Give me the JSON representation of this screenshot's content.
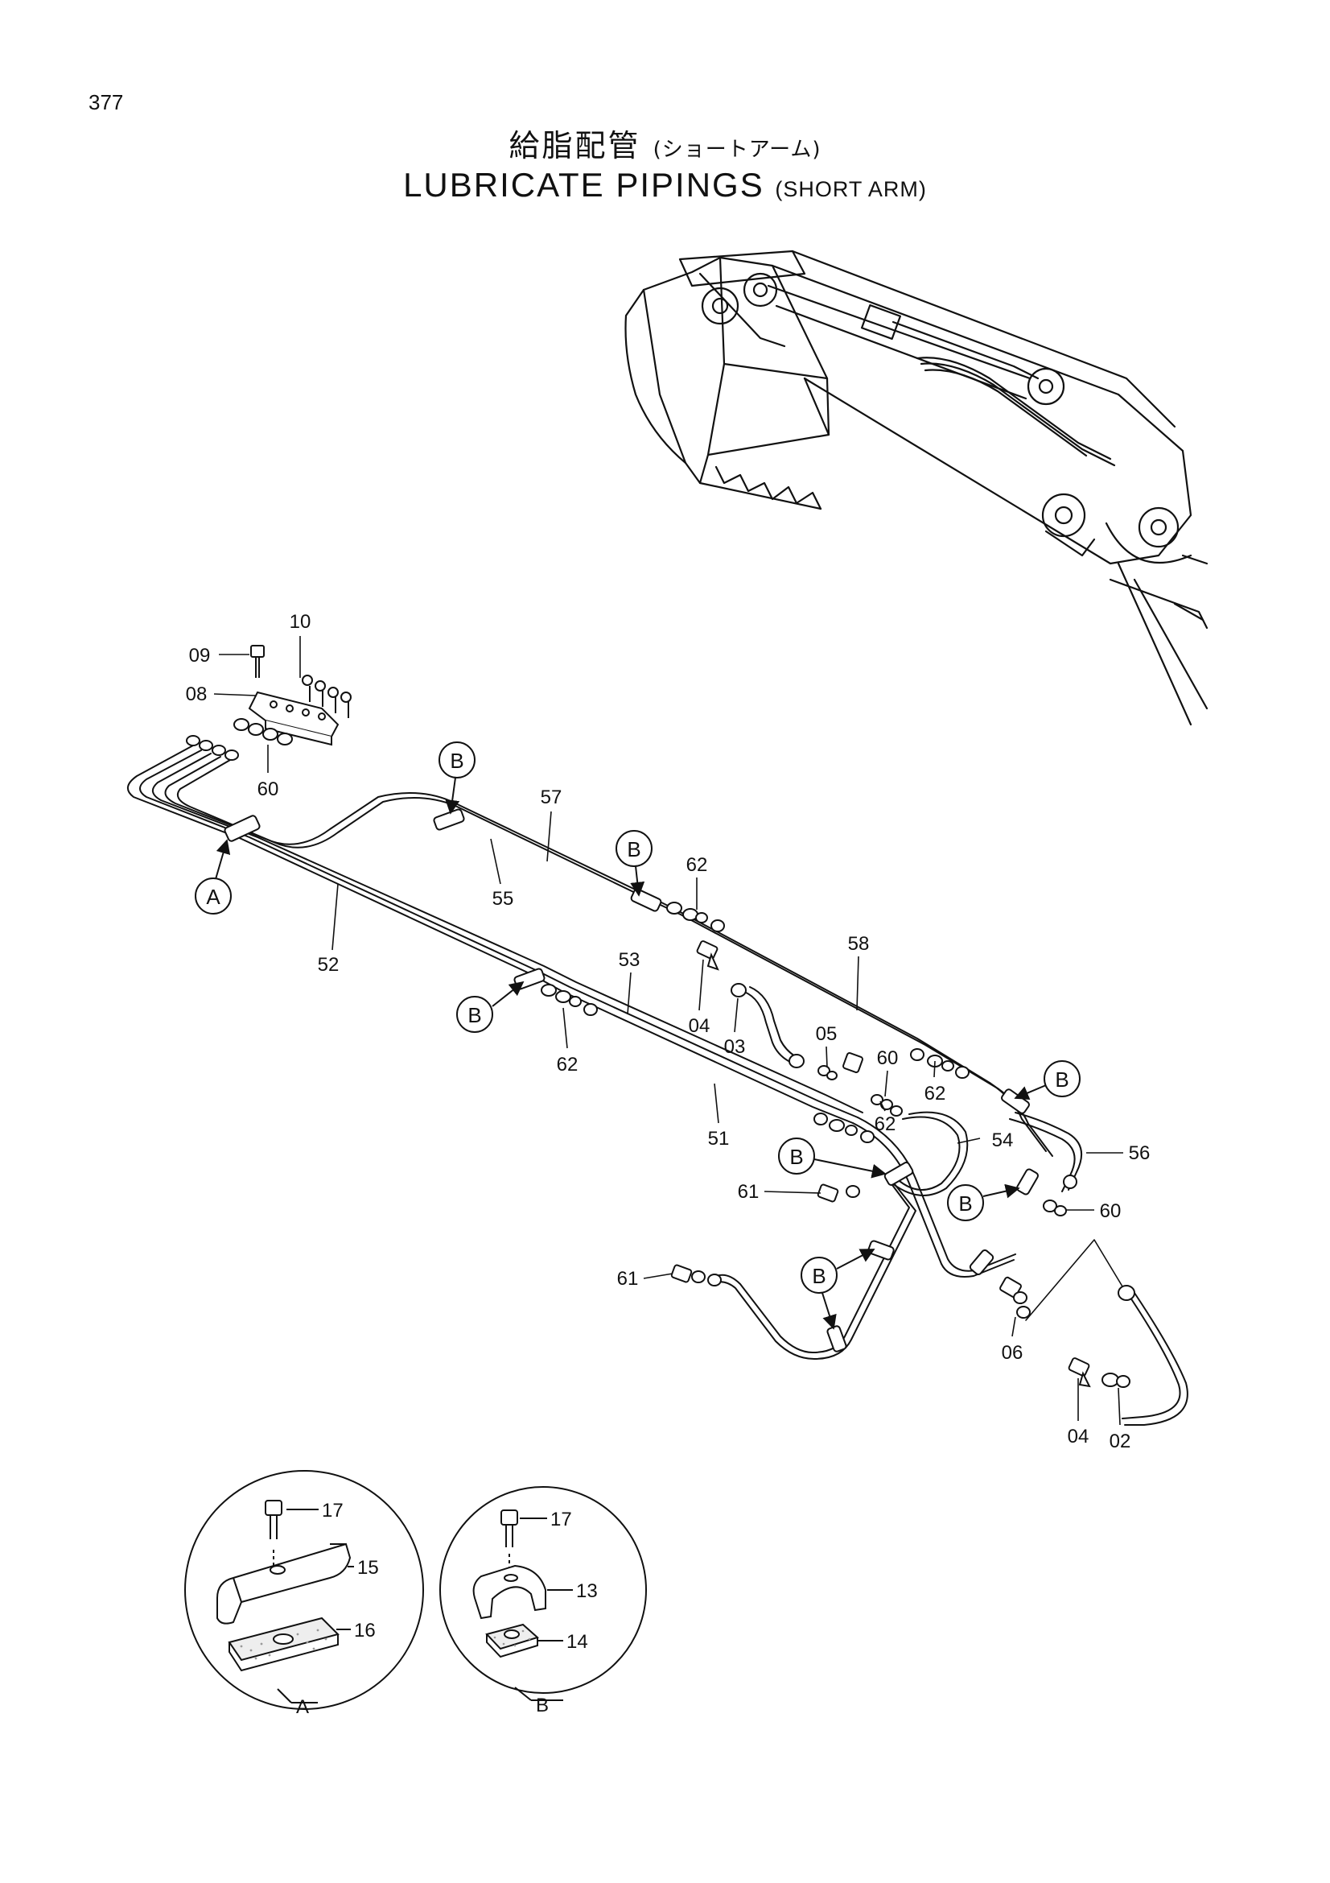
{
  "page_number": "377",
  "title_jp": "給脂配管",
  "subtitle_jp": "(ショートアーム)",
  "title_en": "LUBRICATE PIPINGS",
  "subtitle_en": "(SHORT ARM)",
  "part_labels": {
    "p02": "02",
    "p03": "03",
    "p04a": "04",
    "p04b": "04",
    "p05": "05",
    "p06": "06",
    "p08": "08",
    "p09": "09",
    "p10": "10",
    "p13": "13",
    "p14": "14",
    "p15": "15",
    "p16": "16",
    "p17a": "17",
    "p17b": "17",
    "p51": "51",
    "p52": "52",
    "p53": "53",
    "p54": "54",
    "p55": "55",
    "p56": "56",
    "p57": "57",
    "p58": "58",
    "p60a": "60",
    "p60b": "60",
    "p60c": "60",
    "p61a": "61",
    "p61b": "61",
    "p62a": "62",
    "p62b": "62",
    "p62c": "62",
    "p62d": "62"
  },
  "callouts": {
    "a": "A",
    "b": "B"
  },
  "detail_views": {
    "a": "A",
    "b": "B"
  }
}
